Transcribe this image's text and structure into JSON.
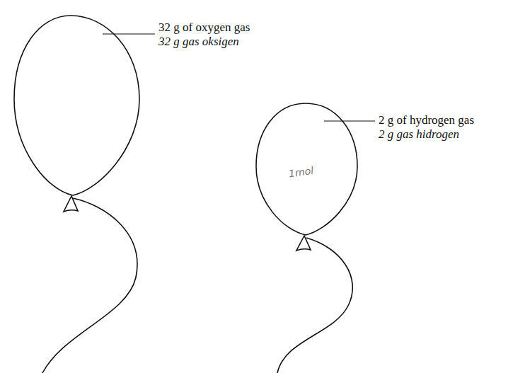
{
  "diagram": {
    "labels": [
      "32 g of oxygen gas",
      "32 g gas oksigen",
      "2 g of hydrogen gas",
      "2 g gas hidrogen",
      "1mol"
    ]
  }
}
